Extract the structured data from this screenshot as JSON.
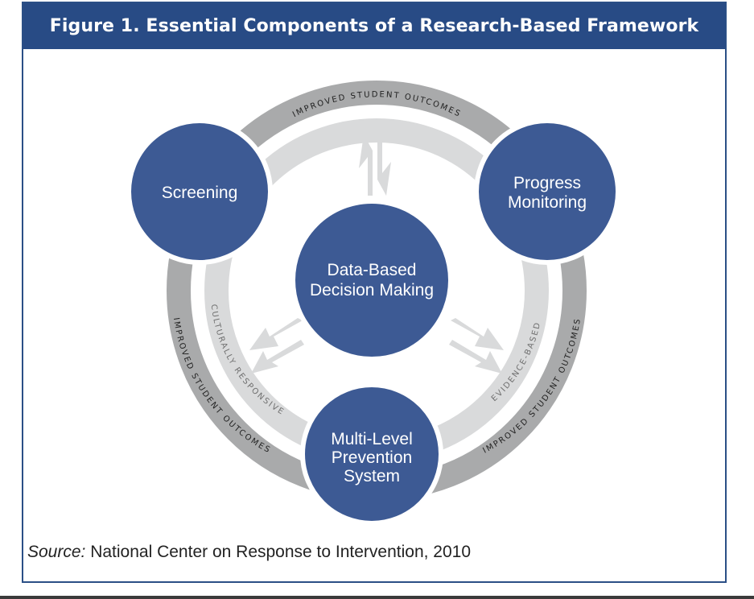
{
  "header": {
    "title": "Figure 1. Essential Components of a Research-Based Framework"
  },
  "diagram": {
    "nodes": {
      "screening": [
        "Screening"
      ],
      "progress_monitoring": [
        "Progress",
        "Monitoring"
      ],
      "data_based_decision_making": [
        "Data-Based",
        "Decision Making"
      ],
      "multi_level_prevention_system": [
        "Multi-Level",
        "Prevention",
        "System"
      ]
    },
    "outer_ring_labels": {
      "top": "IMPROVED STUDENT OUTCOMES",
      "left": "IMPROVED STUDENT OUTCOMES",
      "right": "IMPROVED STUDENT OUTCOMES"
    },
    "inner_ring_labels": {
      "left": "CULTURALLY RESPONSIVE",
      "right": "EVIDENCE-BASED"
    },
    "colors": {
      "node_fill": "#3d5a94",
      "node_stroke": "#ffffff",
      "outer_ring": "#a9aaab",
      "inner_ring": "#d9dadb",
      "arrow": "#d9dadb",
      "header_bg": "#284b85"
    }
  },
  "caption": {
    "source_label": "Source:",
    "source_text": " National Center on Response to Intervention, 2010"
  }
}
